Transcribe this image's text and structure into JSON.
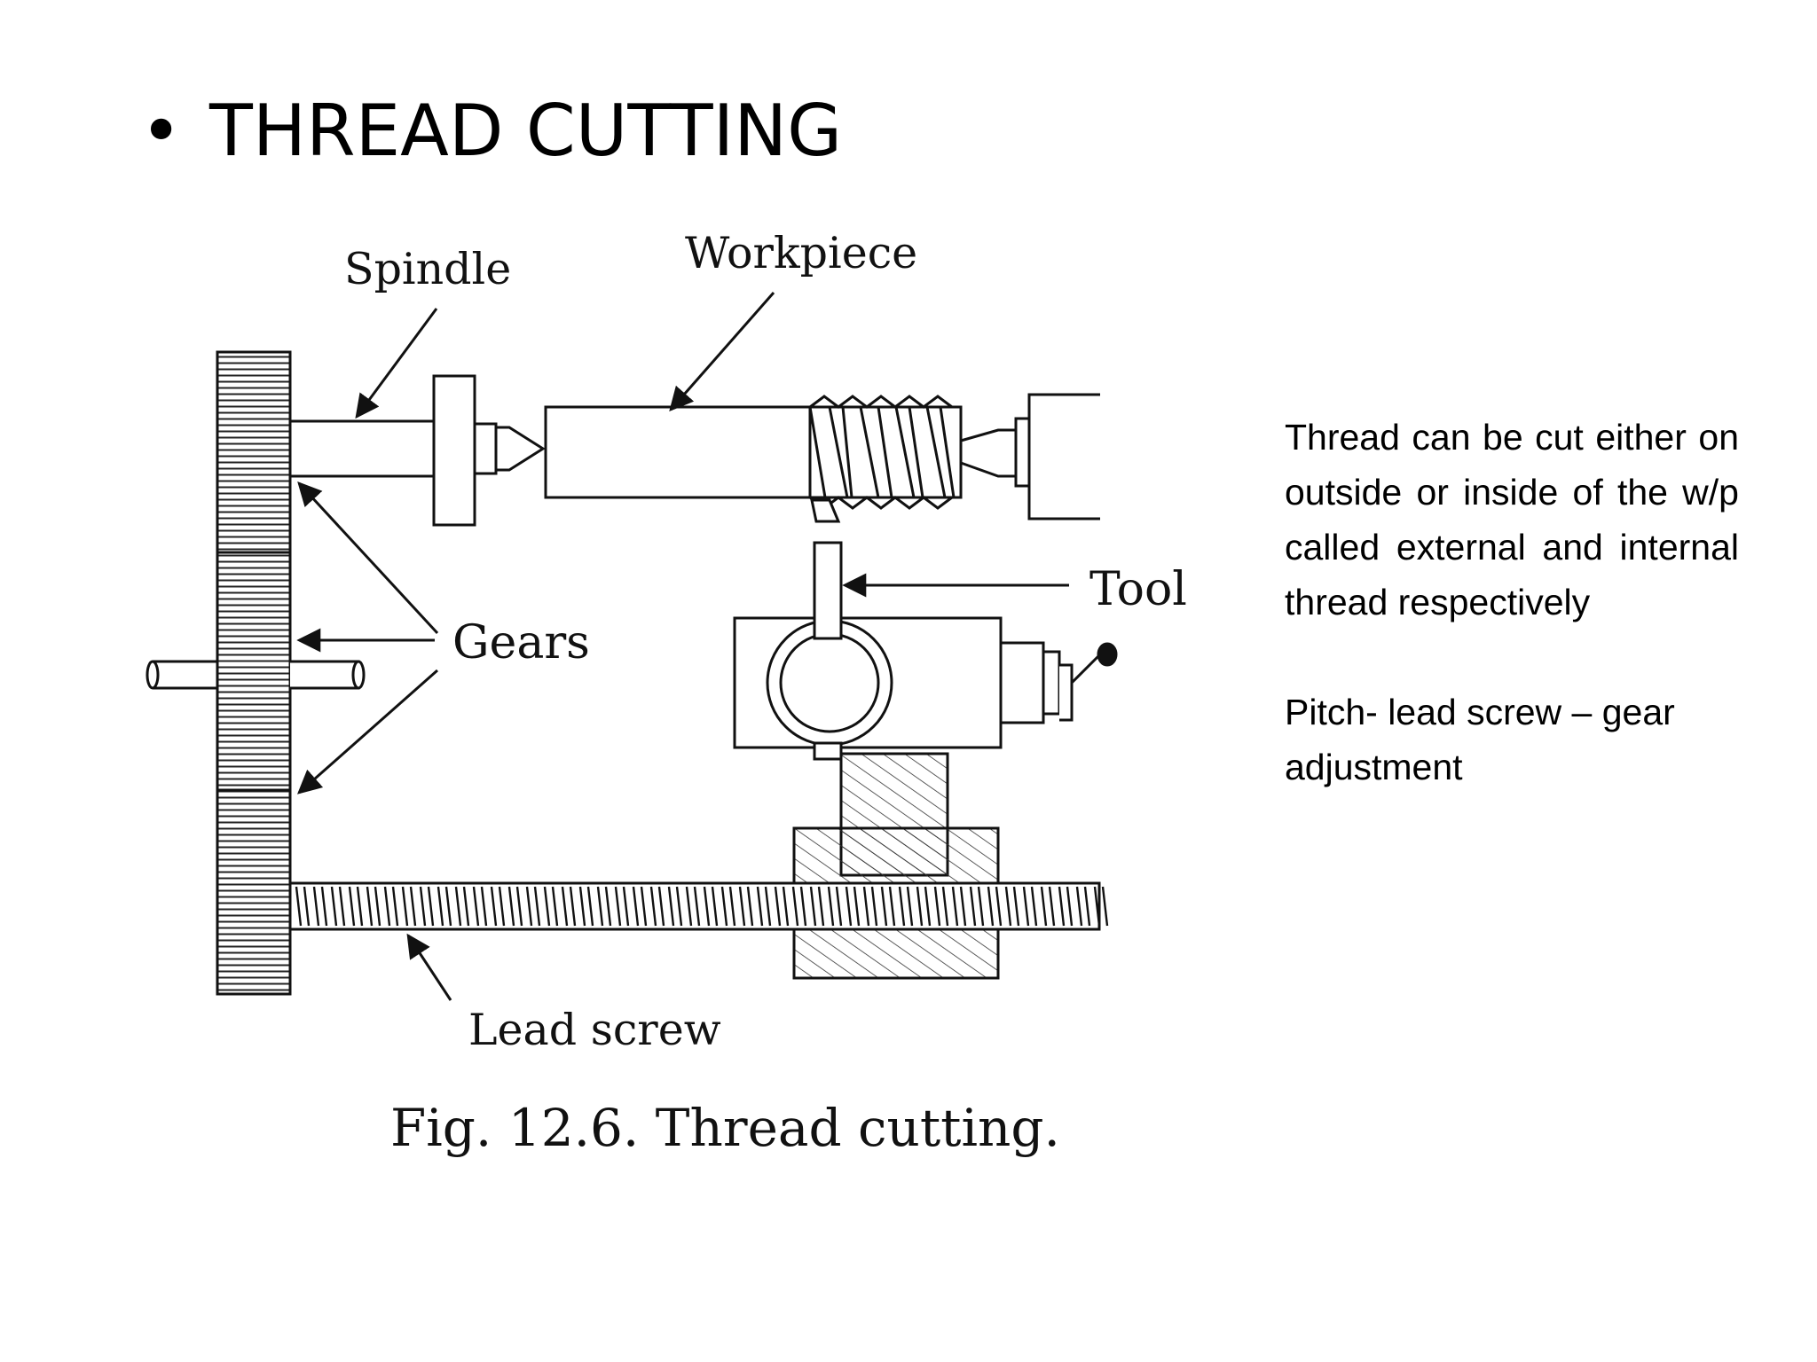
{
  "slide": {
    "title": "THREAD CUTTING",
    "bullet": "•"
  },
  "figure": {
    "labels": {
      "spindle": "Spindle",
      "workpiece": "Workpiece",
      "gears": "Gears",
      "tool": "Tool",
      "lead_screw": "Lead screw"
    },
    "caption": "Fig. 12.6. Thread cutting."
  },
  "notes": {
    "paragraph1": "Thread can be cut either on outside or inside of the w/p called external and internal thread respectively",
    "paragraph2": "Pitch- lead screw – gear adjustment"
  }
}
